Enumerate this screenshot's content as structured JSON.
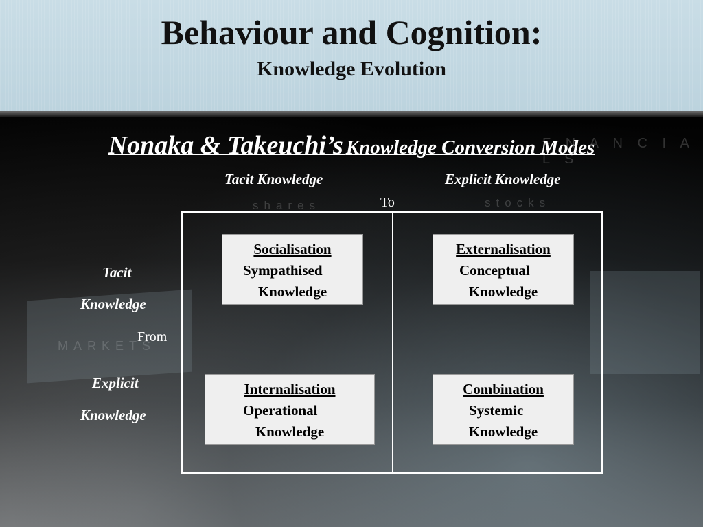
{
  "header": {
    "title": "Behaviour and Cognition:",
    "subtitle": "Knowledge Evolution"
  },
  "heading": {
    "authors": "Nonaka & Takeuchi’s",
    "topic": "Knowledge Conversion Modes"
  },
  "columns": {
    "tacit": "Tacit Knowledge",
    "explicit": "Explicit Knowledge",
    "to": "To"
  },
  "rows": {
    "tacit_line1": "Tacit",
    "tacit_line2": "Knowledge",
    "from": "From",
    "explicit_line1": "Explicit",
    "explicit_line2": "Knowledge"
  },
  "modes": [
    {
      "title": "Socialisation",
      "line1": "Sympathised",
      "line2": "Knowledge"
    },
    {
      "title": "Externalisation",
      "line1": "Conceptual",
      "line2": "Knowledge"
    },
    {
      "title": "Internalisation",
      "line1": "Operational",
      "line2": "Knowledge"
    },
    {
      "title": "Combination",
      "line1": "Systemic",
      "line2": "Knowledge"
    }
  ],
  "background_words": {
    "shares": "shares",
    "stocks": "stocks",
    "markets": "MARKETS",
    "finance": "F N A N C I A L S"
  },
  "colors": {
    "header_bg": "#c9dde6",
    "body_bg": "#000000",
    "text_light": "#ffffff",
    "box_bg": "#efefef"
  }
}
